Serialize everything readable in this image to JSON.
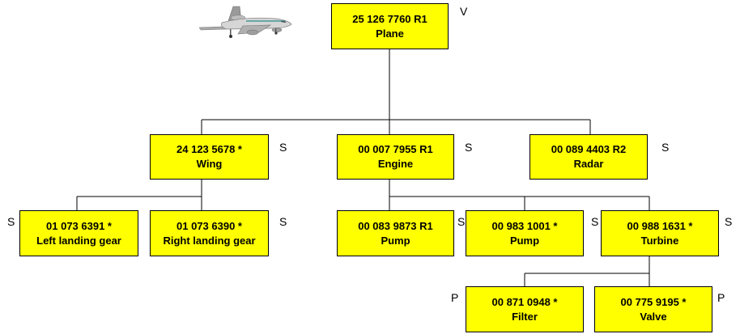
{
  "colors": {
    "box_fill": "#ffff00",
    "line": "#000000"
  },
  "icons": {
    "aircraft": "airplane-icon"
  },
  "nodes": {
    "plane": {
      "code": "25 126 7760  R1",
      "name": "Plane",
      "type": "V"
    },
    "wing": {
      "code": "24 123 5678  *",
      "name": "Wing",
      "type": "S"
    },
    "engine": {
      "code": "00 007 7955  R1",
      "name": "Engine",
      "type": "S"
    },
    "radar": {
      "code": "00 089 4403  R2",
      "name": "Radar",
      "type": "S"
    },
    "left_gear": {
      "code": "01 073 6391  *",
      "name": "Left landing gear",
      "type": "S"
    },
    "right_gear": {
      "code": "01 073 6390  *",
      "name": "Right landing gear",
      "type": "S"
    },
    "pump_r1": {
      "code": "00 083 9873  R1",
      "name": "Pump",
      "type": "S"
    },
    "pump_star": {
      "code": "00 983 1001  *",
      "name": "Pump",
      "type": "S"
    },
    "turbine": {
      "code": "00 988 1631  *",
      "name": "Turbine",
      "type": "S"
    },
    "filter": {
      "code": "00 871 0948  *",
      "name": "Filter",
      "type": "P"
    },
    "valve": {
      "code": "00 775 9195  *",
      "name": "Valve",
      "type": "P"
    }
  }
}
